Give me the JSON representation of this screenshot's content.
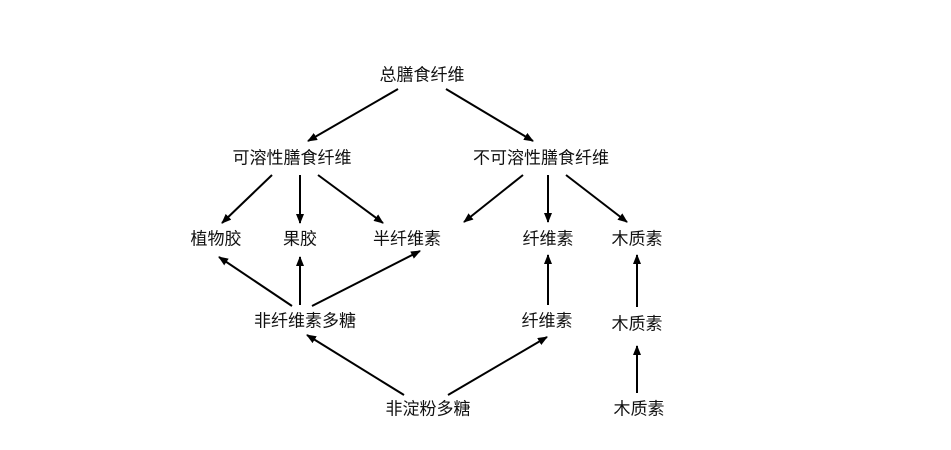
{
  "diagram": {
    "nodes": {
      "total": "总膳食纤维",
      "soluble": "可溶性膳食纤维",
      "insoluble": "不可溶性膳食纤维",
      "plant_gum": "植物胶",
      "pectin": "果胶",
      "hemicellulose": "半纤维素",
      "cellulose_top": "纤维素",
      "lignin_top": "木质素",
      "non_cellulose_polysaccharide": "非纤维素多糖",
      "cellulose_mid": "纤维素",
      "lignin_mid": "木质素",
      "non_starch_polysaccharide": "非淀粉多糖",
      "lignin_bottom": "木质素"
    },
    "edges": [
      {
        "from": "total",
        "to": "soluble"
      },
      {
        "from": "total",
        "to": "insoluble"
      },
      {
        "from": "soluble",
        "to": "plant_gum"
      },
      {
        "from": "soluble",
        "to": "pectin"
      },
      {
        "from": "soluble",
        "to": "hemicellulose"
      },
      {
        "from": "insoluble",
        "to": "hemicellulose"
      },
      {
        "from": "insoluble",
        "to": "cellulose_top"
      },
      {
        "from": "insoluble",
        "to": "lignin_top"
      },
      {
        "from": "non_cellulose_polysaccharide",
        "to": "plant_gum"
      },
      {
        "from": "non_cellulose_polysaccharide",
        "to": "pectin"
      },
      {
        "from": "non_cellulose_polysaccharide",
        "to": "hemicellulose"
      },
      {
        "from": "cellulose_mid",
        "to": "cellulose_top"
      },
      {
        "from": "lignin_mid",
        "to": "lignin_top"
      },
      {
        "from": "non_starch_polysaccharide",
        "to": "non_cellulose_polysaccharide"
      },
      {
        "from": "non_starch_polysaccharide",
        "to": "cellulose_mid"
      },
      {
        "from": "lignin_bottom",
        "to": "lignin_mid"
      }
    ],
    "colors": {
      "text": "#111111",
      "line": "#000000",
      "background": "#ffffff"
    }
  }
}
